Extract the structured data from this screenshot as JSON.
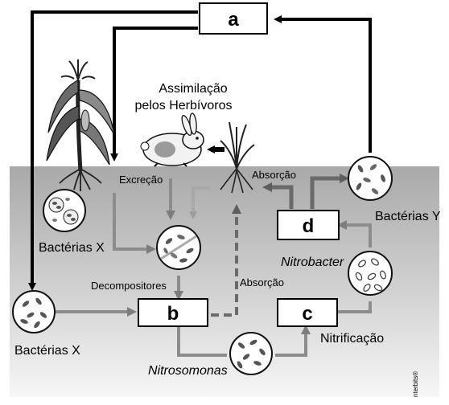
{
  "boxes": {
    "a": "a",
    "b": "b",
    "c": "c",
    "d": "d"
  },
  "labels": {
    "assimilation_line1": "Assimilação",
    "assimilation_line2": "pelos Herbívoros",
    "excretion": "Excreção",
    "absorption_top": "Absorção",
    "absorption_middle": "Absorção",
    "decomposers": "Decompositores",
    "bacteria_x_upper": "Bactérias X",
    "bacteria_x_lower": "Bactérias X",
    "bacteria_y": "Bactérias Y",
    "nitrobacter": "Nitrobacter",
    "nitrosomonas": "Nitrosomonas",
    "nitrification": "Nitrificação",
    "watermark": "nterbits®"
  }
}
